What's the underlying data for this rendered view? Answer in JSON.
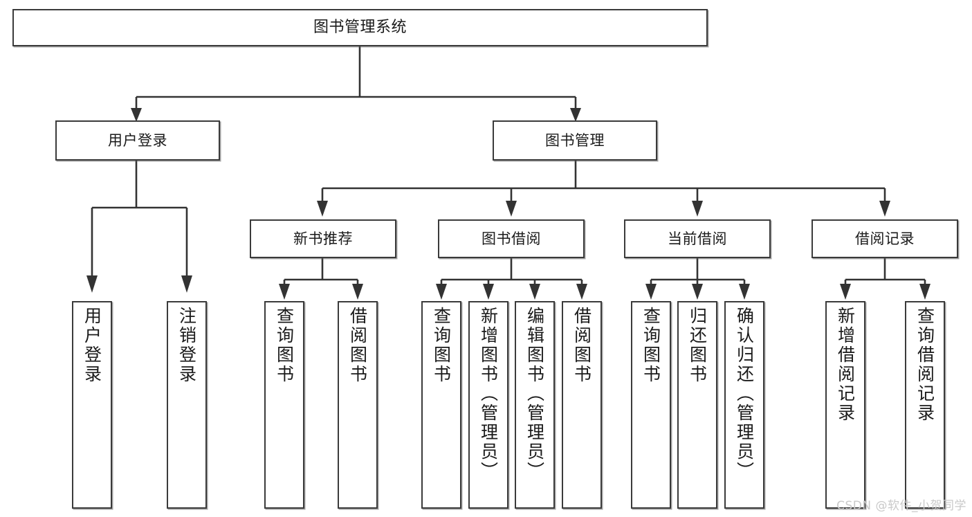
{
  "diagram": {
    "title": "图书管理系统",
    "type": "tree-hierarchy-diagram",
    "watermark": "CSDN @软件_小贺同学",
    "root": {
      "label": "图书管理系统"
    },
    "level2": [
      {
        "label": "用户登录"
      },
      {
        "label": "图书管理"
      }
    ],
    "level3": [
      {
        "label": "新书推荐"
      },
      {
        "label": "图书借阅"
      },
      {
        "label": "当前借阅"
      },
      {
        "label": "借阅记录"
      }
    ],
    "leaves": {
      "user_login": [
        {
          "label": "用户登录"
        },
        {
          "label": "注销登录"
        }
      ],
      "new_book_recommend": [
        {
          "label": "查询图书"
        },
        {
          "label": "借阅图书"
        }
      ],
      "book_borrow": [
        {
          "label": "查询图书"
        },
        {
          "label": "新增图书（管理员）"
        },
        {
          "label": "编辑图书（管理员）"
        },
        {
          "label": "借阅图书"
        }
      ],
      "current_borrow": [
        {
          "label": "查询图书"
        },
        {
          "label": "归还图书"
        },
        {
          "label": "确认归还（管理员）"
        }
      ],
      "borrow_record": [
        {
          "label": "新增借阅记录"
        },
        {
          "label": "查询借阅记录"
        }
      ]
    },
    "colors": {
      "stroke": "#333333",
      "fill": "#ffffff",
      "text": "#1a1a1a",
      "watermark": "#c9c9c9"
    }
  }
}
